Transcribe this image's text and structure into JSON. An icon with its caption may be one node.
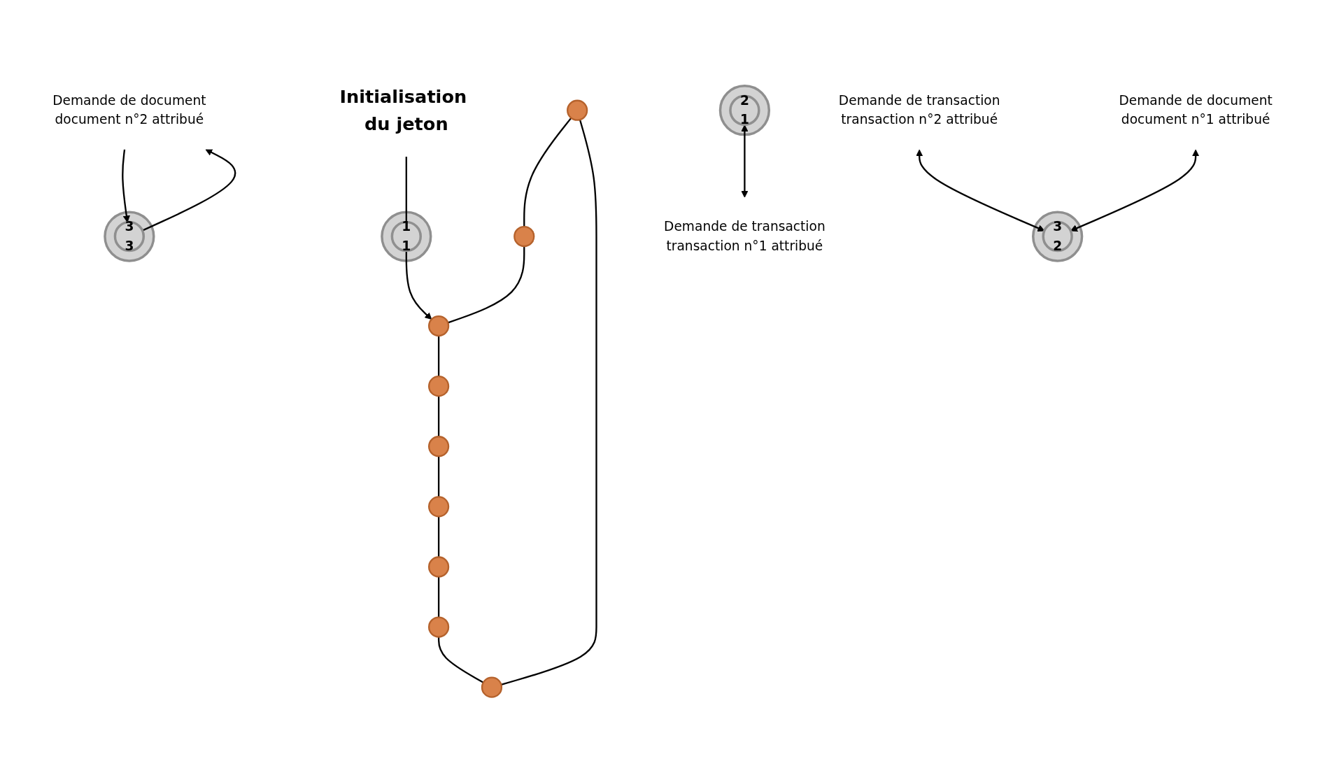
{
  "diagram": {
    "nodes": [
      {
        "text": [
          "Demande de document",
          "document n°2 attribué"
        ]
      },
      {
        "text": [],
        "shape": "circle"
      },
      {
        "text": [],
        "shape": "circle"
      },
      {
        "text": [],
        "shape": "circle"
      },
      {
        "text": [],
        "shape": "circle"
      },
      {
        "text": [],
        "shape": "circle"
      },
      {
        "text": [],
        "shape": "circle"
      },
      {
        "text": [],
        "shape": "circle"
      },
      {
        "text": [],
        "shape": "circle"
      },
      {
        "text": [],
        "shape": "circle"
      },
      {
        "text": [
          "3",
          "3"
        ]
      },
      {
        "text": [
          "Initialisation du jeton"
        ]
      },
      {
        "text": [
          "1",
          "1"
        ]
      },
      {
        "text": [
          "2",
          "1"
        ]
      },
      {
        "text": [
          "Demande de transaction",
          "transaction n°1 attribué"
        ]
      },
      {
        "text": [
          "3",
          "2"
        ]
      },
      {
        "text": [
          "Demande de transaction",
          "transaction n°2 attribué"
        ]
      },
      {
        "text": [
          "Demande de document",
          "document n°1 attribué"
        ]
      }
    ],
    "edges": [
      {
        "from": 1,
        "to": 2,
        "arrow": "none"
      },
      {
        "from": 2,
        "to": 3,
        "arrow": "none"
      },
      {
        "from": 3,
        "to": 4,
        "arrow": "none"
      },
      {
        "from": 4,
        "to": 5,
        "arrow": "none"
      },
      {
        "from": 5,
        "to": 6,
        "arrow": "none"
      },
      {
        "from": 6,
        "to": 7,
        "arrow": "none"
      },
      {
        "from": 7,
        "to": 8,
        "arrow": "none"
      },
      {
        "from": 8,
        "to": 9,
        "arrow": "none"
      },
      {
        "from": 9,
        "to": 1,
        "arrow": "none"
      },
      {
        "from": 0,
        "to": 10,
        "arrow": "to"
      },
      {
        "from": 10,
        "to": 0,
        "arrow": "to"
      },
      {
        "from": 11,
        "to": 12,
        "arrow": "none"
      },
      {
        "from": 12,
        "to": 3,
        "arrow": "to"
      },
      {
        "from": 13,
        "to": 14,
        "arrow": "both"
      },
      {
        "from": 16,
        "to": 15,
        "arrow": "both"
      },
      {
        "from": 17,
        "to": 15,
        "arrow": "both"
      }
    ]
  }
}
